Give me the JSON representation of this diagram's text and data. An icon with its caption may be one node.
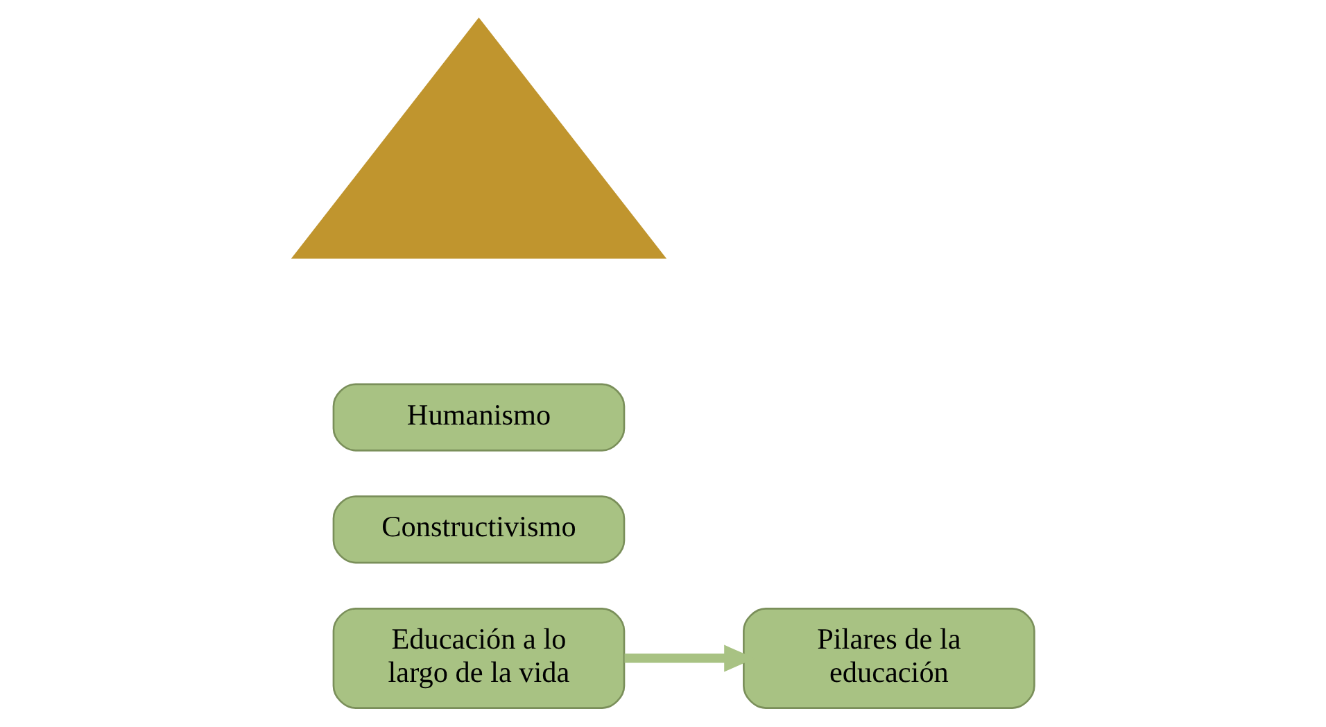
{
  "diagram": {
    "nodes": [
      {
        "text": [],
        "shape": "triangle"
      },
      {
        "text": [
          "Humanismo"
        ]
      },
      {
        "text": [
          "Constructivismo"
        ]
      },
      {
        "text": [
          "Educación a lo largo de la vida"
        ]
      },
      {
        "text": [
          "Pilares de la educación"
        ]
      }
    ],
    "edges": [
      {
        "from": 3,
        "to": 4,
        "arrow": "to"
      }
    ]
  }
}
